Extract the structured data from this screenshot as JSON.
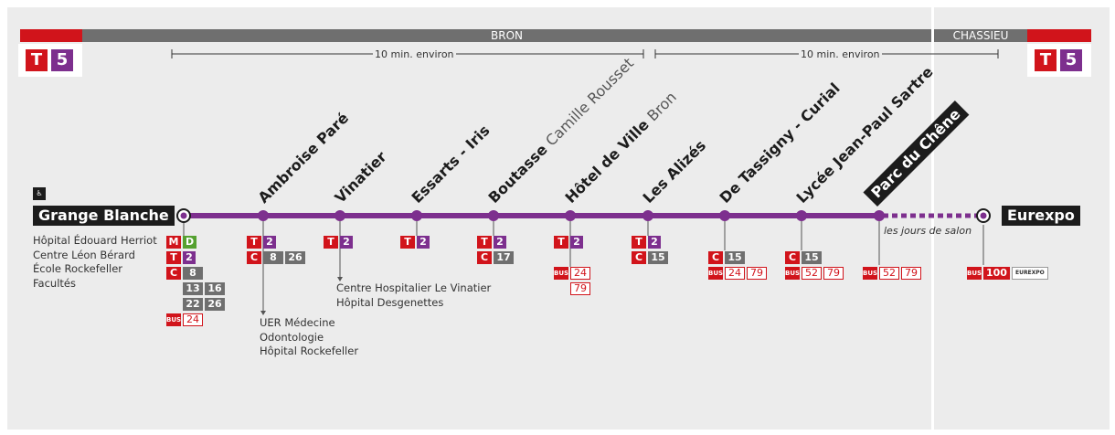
{
  "header": {
    "bron": "BRON",
    "chassieu": "CHASSIEU",
    "line_mode": "T",
    "line_number": "5"
  },
  "intervals": [
    "10 min. environ",
    "10 min. environ"
  ],
  "termini": {
    "start": "Grange Blanche",
    "end": "Eurexpo"
  },
  "salon_note": "les jours de salon",
  "stations": [
    {
      "name": "Ambroise Paré",
      "sub": ""
    },
    {
      "name": "Vinatier",
      "sub": ""
    },
    {
      "name": "Essarts - Iris",
      "sub": ""
    },
    {
      "name": "Boutasse",
      "sub": "Camille Rousset"
    },
    {
      "name": "Hôtel de Ville",
      "sub": "Bron"
    },
    {
      "name": "Les Alizés",
      "sub": ""
    },
    {
      "name": "De Tassigny - Curial",
      "sub": ""
    },
    {
      "name": "Lycée Jean-Paul Sartre",
      "sub": ""
    },
    {
      "name": "Parc du Chêne",
      "sub": ""
    }
  ],
  "grange_places": [
    "Hôpital Édouard Herriot",
    "Centre Léon Bérard",
    "École Rockefeller",
    "Facultés"
  ],
  "ambroise_places": [
    "UER Médecine",
    "Odontologie",
    "Hôpital Rockefeller"
  ],
  "vinatier_places": [
    "Centre Hospitalier Le Vinatier",
    "Hôpital Desgenettes"
  ],
  "icons": {
    "metro": "M",
    "tram": "T",
    "chrono": "C",
    "bus": "BUS"
  },
  "connections": {
    "grange_metro": "D",
    "grange_tram": "2",
    "grange_c": [
      "8",
      "13",
      "16",
      "22",
      "26"
    ],
    "grange_bus": [
      "24"
    ],
    "ambroise_tram": "2",
    "ambroise_c": [
      "8",
      "26"
    ],
    "vinatier_tram": "2",
    "essarts_tram": "2",
    "boutasse_tram": "2",
    "boutasse_c": [
      "17"
    ],
    "hotel_tram": "2",
    "hotel_bus": [
      "24",
      "79"
    ],
    "alizes_tram": "2",
    "alizes_c": [
      "15"
    ],
    "tassigny_c": [
      "15"
    ],
    "tassigny_bus": [
      "24",
      "79"
    ],
    "lycee_c": [
      "15"
    ],
    "lycee_bus": [
      "52",
      "79"
    ],
    "parc_bus": [
      "52",
      "79"
    ],
    "eurexpo_bus": [
      "100"
    ],
    "eurexpo_brand": "EUREXPO"
  },
  "colors": {
    "line": "#7d2f8e",
    "tcl_red": "#d1141b",
    "chrono_grey": "#6f6f6f",
    "metro_d": "#55a130"
  }
}
